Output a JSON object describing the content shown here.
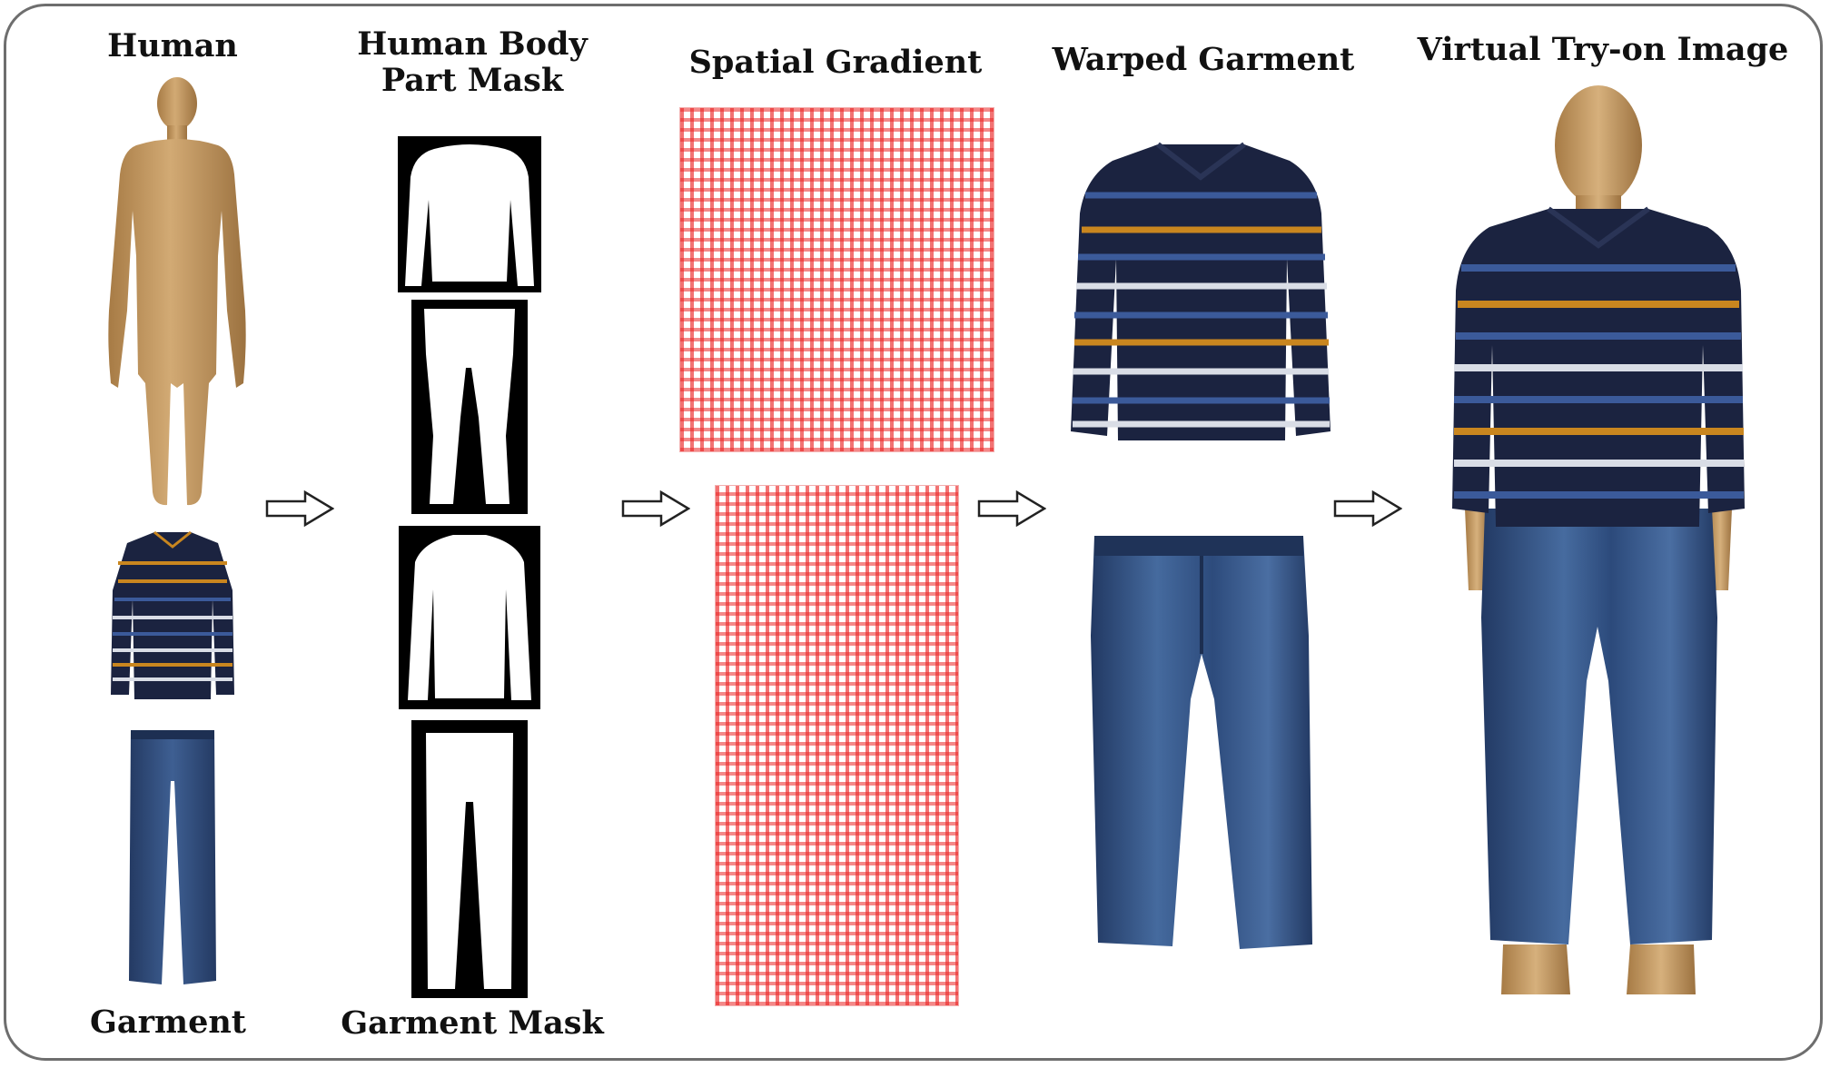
{
  "columns": {
    "human": "Human",
    "garment": "Garment",
    "body_part_mask_line1": "Human Body",
    "body_part_mask_line2": "Part Mask",
    "garment_mask": "Garment Mask",
    "spatial_gradient": "Spatial Gradient",
    "warped_garment": "Warped Garment",
    "tryon_image": "Virtual Try-on Image"
  },
  "colors": {
    "skin": "#c9a06a",
    "shirt_navy": "#1b2340",
    "stripe_orange": "#c9861f",
    "stripe_white": "#d9dde6",
    "stripe_blue": "#3b5a9a",
    "denim": "#2f4a78",
    "gradient_red": "#eb2828",
    "frame_gray": "#6e6e6e"
  },
  "icons": [
    "human-figure-icon",
    "shirt-icon",
    "jeans-icon",
    "arrow-right-icon"
  ]
}
